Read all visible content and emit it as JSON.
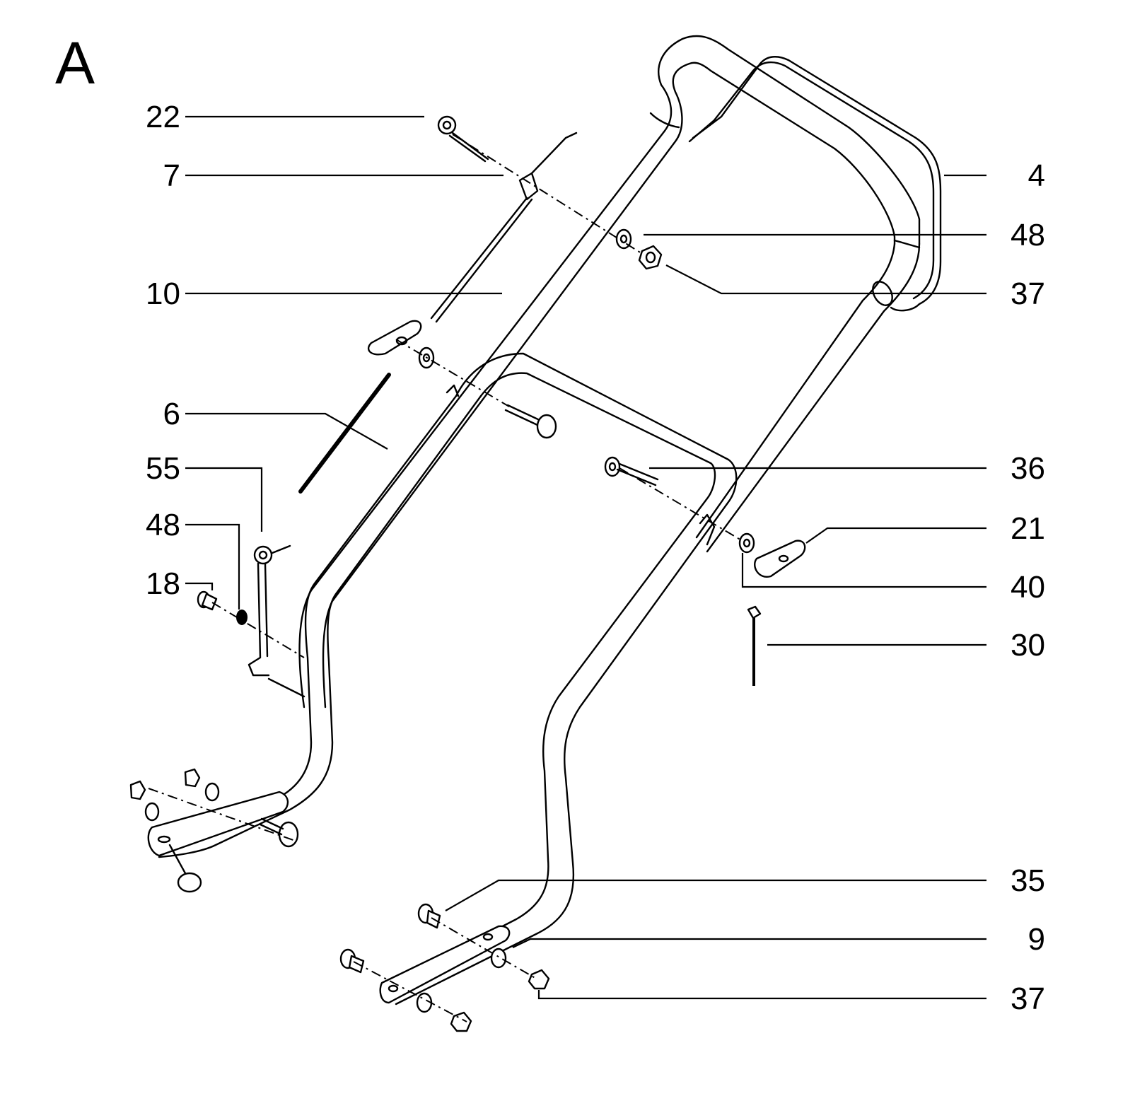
{
  "section_letter": "A",
  "callouts": [
    {
      "id": "c22",
      "number": "22"
    },
    {
      "id": "c7",
      "number": "7"
    },
    {
      "id": "c10",
      "number": "10"
    },
    {
      "id": "c6",
      "number": "6"
    },
    {
      "id": "c55",
      "number": "55"
    },
    {
      "id": "c48l",
      "number": "48"
    },
    {
      "id": "c18",
      "number": "18"
    },
    {
      "id": "c4",
      "number": "4"
    },
    {
      "id": "c48r",
      "number": "48"
    },
    {
      "id": "c37t",
      "number": "37"
    },
    {
      "id": "c36",
      "number": "36"
    },
    {
      "id": "c21",
      "number": "21"
    },
    {
      "id": "c40",
      "number": "40"
    },
    {
      "id": "c30",
      "number": "30"
    },
    {
      "id": "c35",
      "number": "35"
    },
    {
      "id": "c9",
      "number": "9"
    },
    {
      "id": "c37b",
      "number": "37"
    }
  ]
}
